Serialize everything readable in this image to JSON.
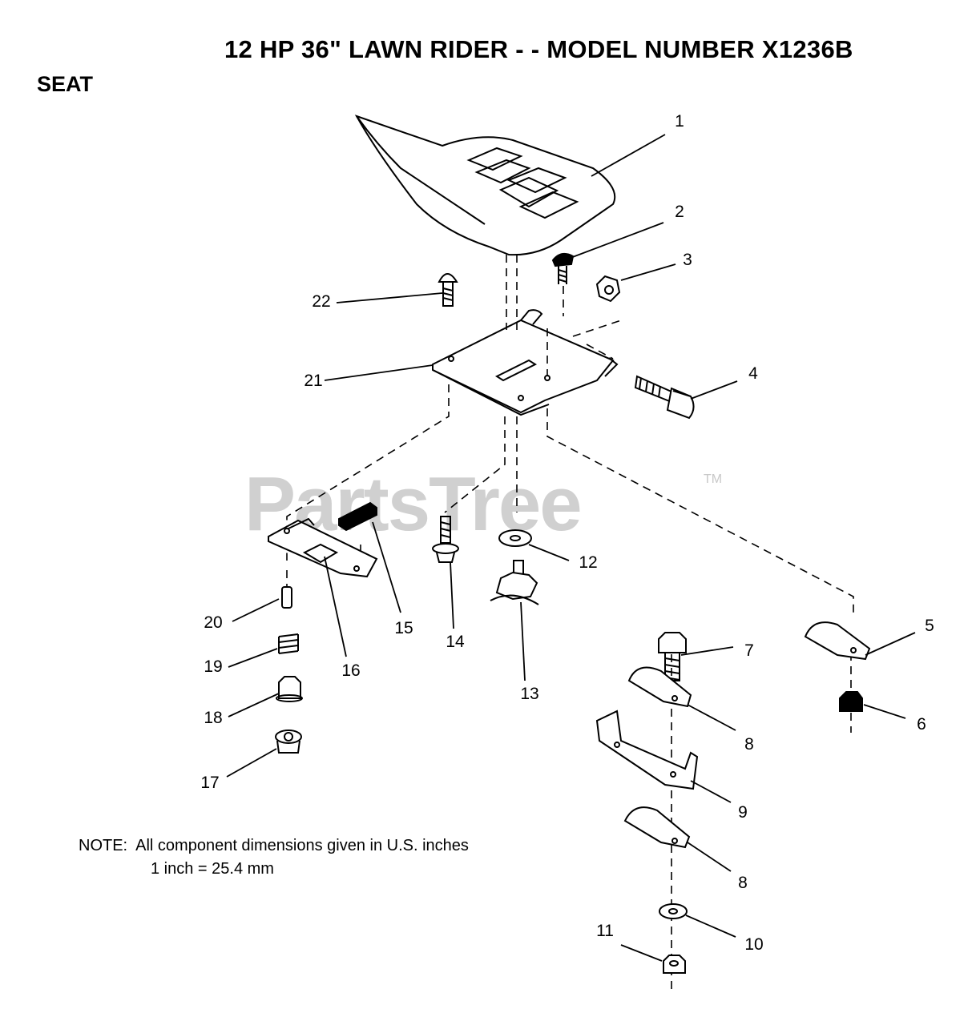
{
  "header": {
    "title": "12 HP 36\" LAWN RIDER - - MODEL NUMBER X1236B",
    "section": "SEAT"
  },
  "note": {
    "label": "NOTE:",
    "line1": "All component dimensions given in U.S. inches",
    "line2": "1 inch = 25.4 mm"
  },
  "watermark": {
    "text": "PartsTree",
    "tm": "TM"
  },
  "callouts": [
    "1",
    "2",
    "3",
    "4",
    "5",
    "6",
    "7",
    "8",
    "8",
    "9",
    "10",
    "11",
    "12",
    "13",
    "14",
    "15",
    "16",
    "17",
    "18",
    "19",
    "20",
    "21",
    "22"
  ]
}
